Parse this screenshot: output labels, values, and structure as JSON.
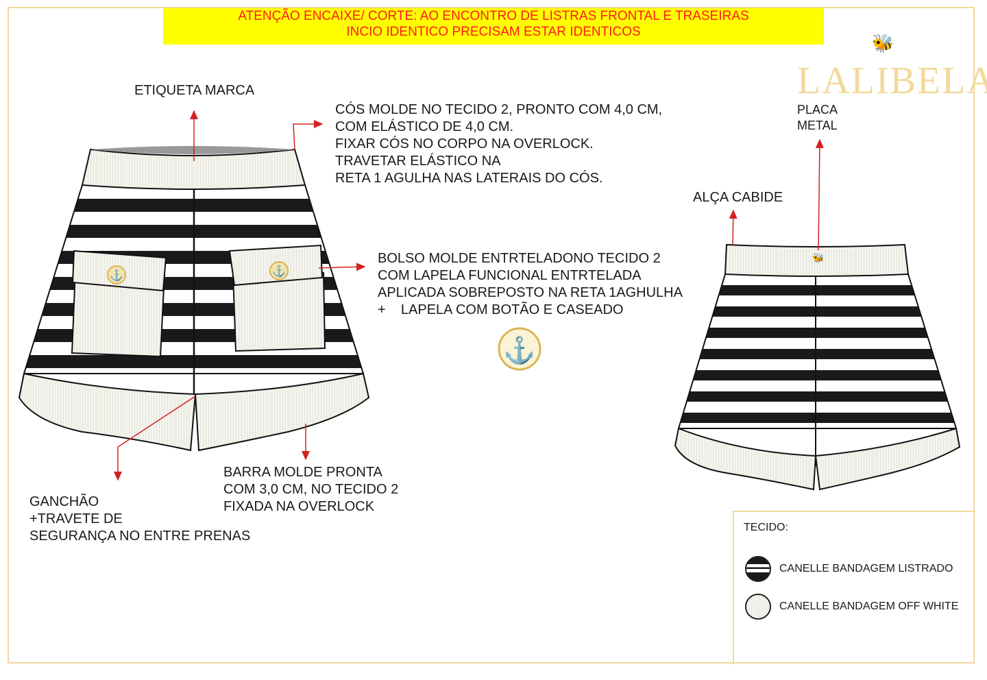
{
  "banner": {
    "line1": "ATENÇÃO ENCAIXE/ CORTE: AO ENCONTRO DE LISTRAS FRONTAL E TRASEIRAS",
    "line2": "INCIO IDENTICO PRECISAM ESTAR IDENTICOS",
    "background": "#ffff00",
    "text_color": "#ff1a1a"
  },
  "brand": {
    "logo_text": "LALIBELA",
    "logo_icon": "bee-icon",
    "color": "#f3d998"
  },
  "notes": {
    "etiqueta": "ETIQUETA MARCA",
    "cos": "CÓS MOLDE NO TECIDO 2, PRONTO COM 4,0 CM,\nCOM ELÁSTICO DE 4,0 CM.\nFIXAR CÓS NO CORPO NA OVERLOCK.\nTRAVETAR ELÁSTICO NA\nRETA 1 AGULHA NAS LATERAIS DO CÓS.",
    "bolso": "BOLSO MOLDE ENTRTELADONO TECIDO 2\nCOM LAPELA FUNCIONAL ENTRTELADA\nAPLICADA SOBREPOSTO NA RETA 1AGHULHA\n+    LAPELA COM BOTÃO E CASEADO",
    "barra": "BARRA MOLDE PRONTA\nCOM 3,0 CM, NO TECIDO 2\nFIXADA NA OVERLOCK",
    "gancho": "GANCHÃO\n+TRAVETE DE\nSEGURANÇA NO ENTRE PRENAS",
    "placa": "PLACA\nMETAL",
    "alca": "ALÇA CABIDE"
  },
  "legend": {
    "title": "TECIDO:",
    "items": [
      {
        "label": "CANELLE BANDAGEM  LISTRADO",
        "swatch": "striped"
      },
      {
        "label": "CANELLE BANDAGEM  OFF WHITE",
        "swatch": "off-white"
      }
    ]
  },
  "colors": {
    "arrow": "#d42020",
    "frame": "#f1d99a",
    "stripe": "#1a1a1a",
    "offwhite": "#f4f4ee",
    "gold": "#d9b552"
  }
}
